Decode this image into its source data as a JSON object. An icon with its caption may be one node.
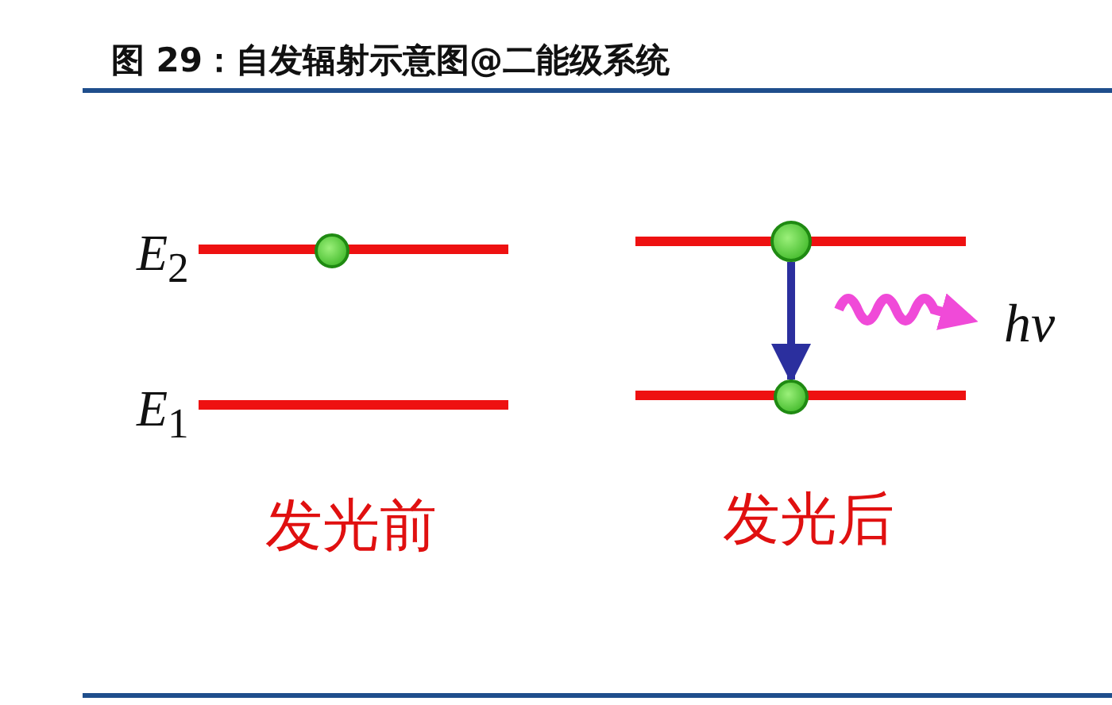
{
  "diagram": {
    "title": "图 29：自发辐射示意图@二能级系统",
    "nodes": [
      {
        "text": [],
        "shape": "circle"
      },
      {
        "text": [],
        "shape": "circle"
      },
      {
        "text": [],
        "shape": "circle"
      }
    ],
    "edges": [
      {
        "from": 1,
        "to": 2,
        "arrow": "to"
      }
    ],
    "labels": [
      "*E*$_{2}$",
      "hν",
      "*E*$_{1}$",
      "发光前",
      "发光后"
    ]
  }
}
